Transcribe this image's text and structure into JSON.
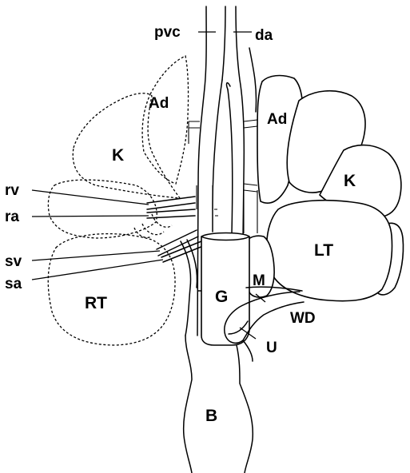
{
  "labels": {
    "pvc": "pvc",
    "da": "da",
    "ad_left": "Ad",
    "ad_right": "Ad",
    "k_left": "K",
    "k_right": "K",
    "rv": "rv",
    "ra": "ra",
    "sv": "sv",
    "sa": "sa",
    "rt": "RT",
    "lt": "LT",
    "g": "G",
    "m": "M",
    "wd": "WD",
    "u": "U",
    "b": "B"
  }
}
